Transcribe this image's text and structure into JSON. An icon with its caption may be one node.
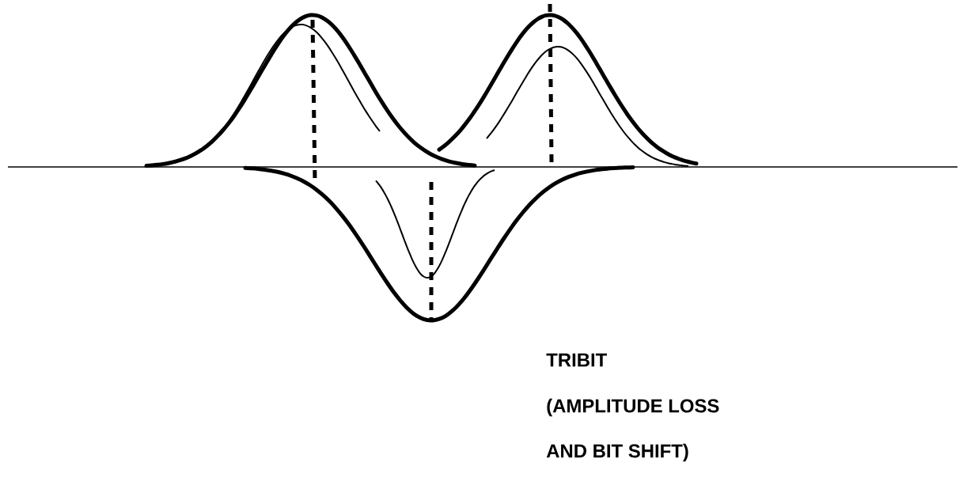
{
  "diagram": {
    "labels": [
      "TRIBIT",
      "(AMPLITUDE LOSS",
      "AND BIT SHIFT)"
    ]
  }
}
